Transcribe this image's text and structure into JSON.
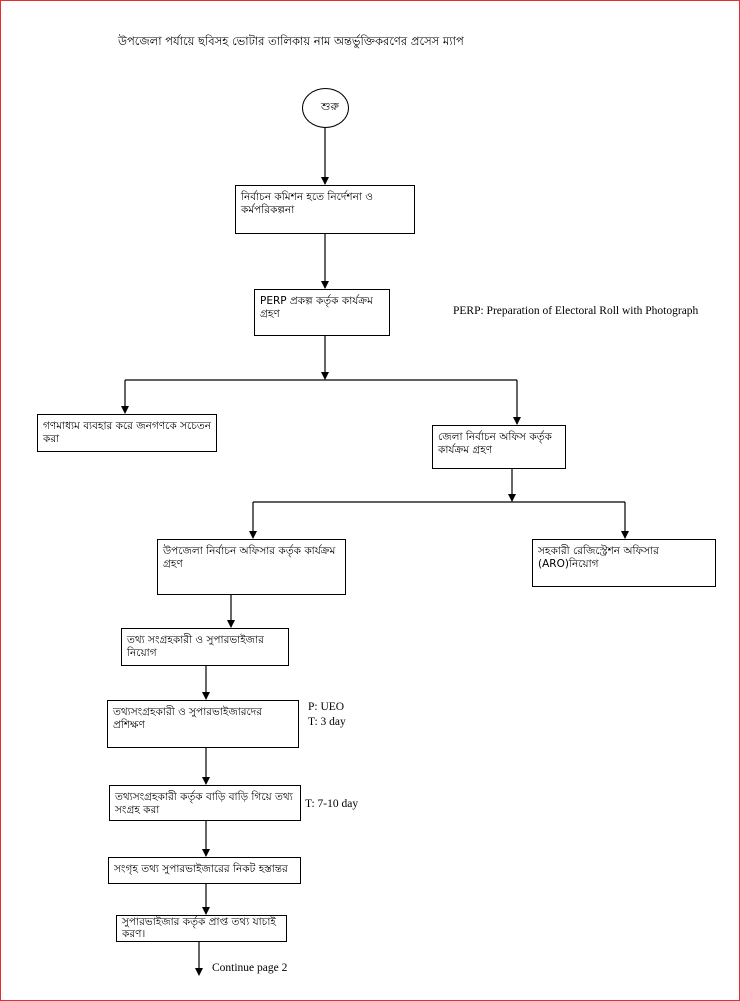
{
  "title": "উপজেলা পর্যায়ে ছবিসহ ভোটার তালিকায় নাম অন্তর্ভুক্তিকরণের প্রসেস ম্যাপ",
  "nodes": {
    "start": "শুরু",
    "ec_directive": "নির্বাচন কমিশন হতে নির্দেশনা ও কর্মপরিকল্পনা",
    "perp_program": "PERP প্রকল্প কর্তৃক কার্যক্রম গ্রহণ",
    "mass_media": "গণমাধ্যম ব্যবহার করে জনগণকে সচেতন করা",
    "district_office": "জেলা নির্বাচন অফিস কর্তৃক কার্যক্রম গ্রহণ",
    "upazila_officer": "উপজেলা নির্বাচন অফিসার কর্তৃক কার্যক্রম গ্রহণ",
    "aro_appointment": "সহকারী রেজিস্ট্রেশন অফিসার (ARO)নিয়োগ",
    "collector_appointment": "তথ্য সংগ্রহকারী ও সুপারভাইজার নিয়োগ",
    "training": "তথ্যসংগ্রহকারী ও সুপারভাইজারদের প্রশিক্ষণ",
    "house_visit": "তথ্যসংগ্রহকারী কর্তৃক বাড়ি বাড়ি গিয়ে তথ্য সংগ্রহ করা",
    "handover": "সংগৃহ তথ্য সুপারভাইজারের নিকট হস্তান্তর",
    "verification": "সুপারভাইজার কর্তৃক প্রাপ্ত তথ্য যাচাই করণ।"
  },
  "notes": {
    "perp_definition": "PERP: Preparation of Electoral Roll with Photograph",
    "training_p": "P: UEO",
    "training_t": "T: 3 day",
    "house_visit_t": "T: 7-10 day",
    "continue": "Continue page 2"
  },
  "colors": {
    "border": "#e03030",
    "line": "#000000"
  }
}
